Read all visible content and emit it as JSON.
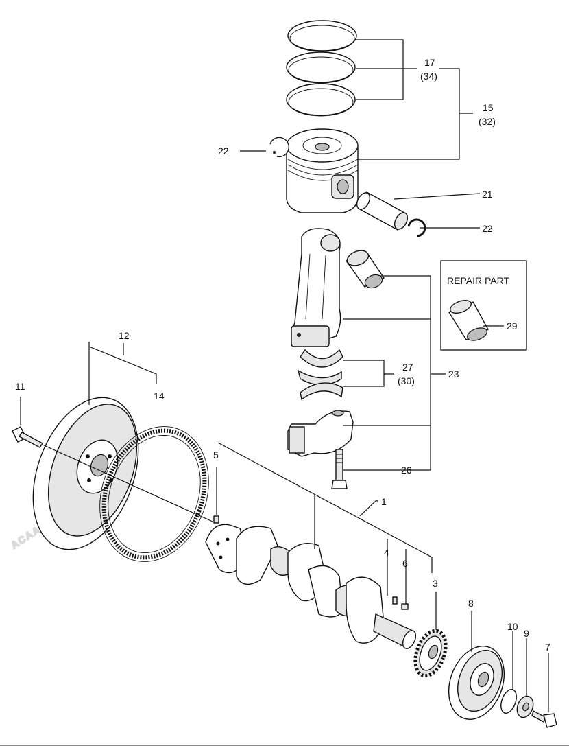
{
  "callouts": {
    "p17": "17",
    "p17b": "(34)",
    "p15": "15",
    "p15b": "(32)",
    "p22a": "22",
    "p21": "21",
    "p22b": "22",
    "p29": "29",
    "p27": "27",
    "p27b": "(30)",
    "p23": "23",
    "p26": "26",
    "p12": "12",
    "p11": "11",
    "p14": "14",
    "p5": "5",
    "p1": "1",
    "p4": "4",
    "p6": "6",
    "p3": "3",
    "p8": "8",
    "p10": "10",
    "p9": "9",
    "p7": "7"
  },
  "repair_box": {
    "title": "REPAIR PART"
  },
  "watermark": "ACAAUTODEALER.RU"
}
